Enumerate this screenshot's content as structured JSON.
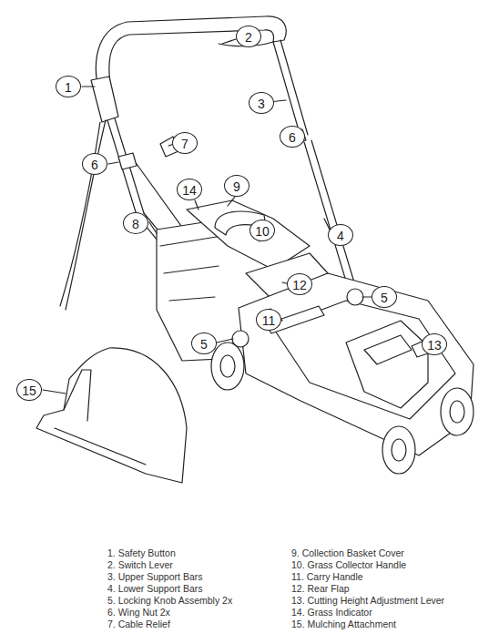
{
  "diagram": {
    "labels": [
      "1",
      "2",
      "3",
      "4",
      "5",
      "5",
      "6",
      "6",
      "7",
      "8",
      "9",
      "10",
      "11",
      "12",
      "13",
      "14",
      "15",
      "1. Safety Button",
      "2. Switch Lever",
      "3. Upper Support Bars",
      "4. Lower Support Bars",
      "5. Locking Knob Assembly 2x",
      "6. Wing Nut 2x",
      "7. Cable Relief",
      "9. Collection Basket Cover",
      "10. Grass Collector Handle",
      "11. Carry Handle",
      "12. Rear Flap",
      "13. Cutting Height Adjustment Lever",
      "14. Grass Indicator",
      "15. Mulching Attachment"
    ]
  }
}
